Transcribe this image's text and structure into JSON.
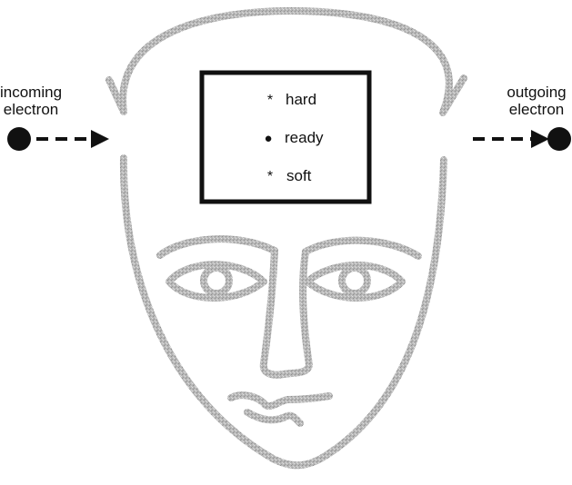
{
  "labels": {
    "incoming_line1": "incoming",
    "incoming_line2": "electron",
    "outgoing_line1": "outgoing",
    "outgoing_line2": "electron"
  },
  "states": [
    {
      "marker": "*",
      "label": "hard"
    },
    {
      "marker": "●",
      "label": "ready"
    },
    {
      "marker": "*",
      "label": "soft"
    }
  ],
  "colors": {
    "ink": "#111111",
    "face_stroke": "#b4b4b4"
  }
}
